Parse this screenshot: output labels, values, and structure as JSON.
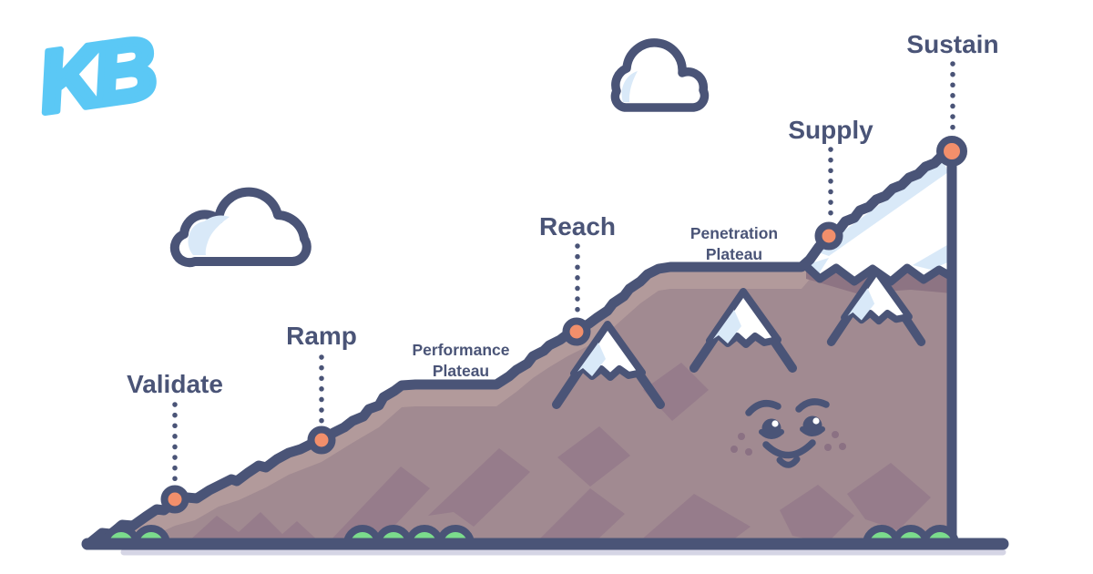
{
  "logo": {
    "text": "KB"
  },
  "stages": [
    {
      "label": "Validate"
    },
    {
      "label": "Ramp"
    },
    {
      "label": "Reach"
    },
    {
      "label": "Supply"
    },
    {
      "label": "Sustain"
    }
  ],
  "plateaus": [
    {
      "line1": "Performance",
      "line2": "Plateau"
    },
    {
      "line1": "Penetration",
      "line2": "Plateau"
    }
  ],
  "colors": {
    "outline_navy": "#4A5477",
    "logo_blue": "#5BC8F5",
    "marker_orange": "#F28F6B",
    "mountain_base": "#A18A91",
    "mountain_shadow": "#967C8B",
    "mountain_highlight": "#B29A9B",
    "snow_white": "#FFFFFF",
    "snow_blue": "#D9E9F8",
    "bush_green": "#7BDC8C",
    "ground_shadow": "#D5D5E5",
    "background": "#FFFFFF"
  },
  "icons": [
    "cloud-icon",
    "snow-peak-icon",
    "bush-icon",
    "smiley-face-icon",
    "stage-marker-dot",
    "dotted-connector"
  ]
}
